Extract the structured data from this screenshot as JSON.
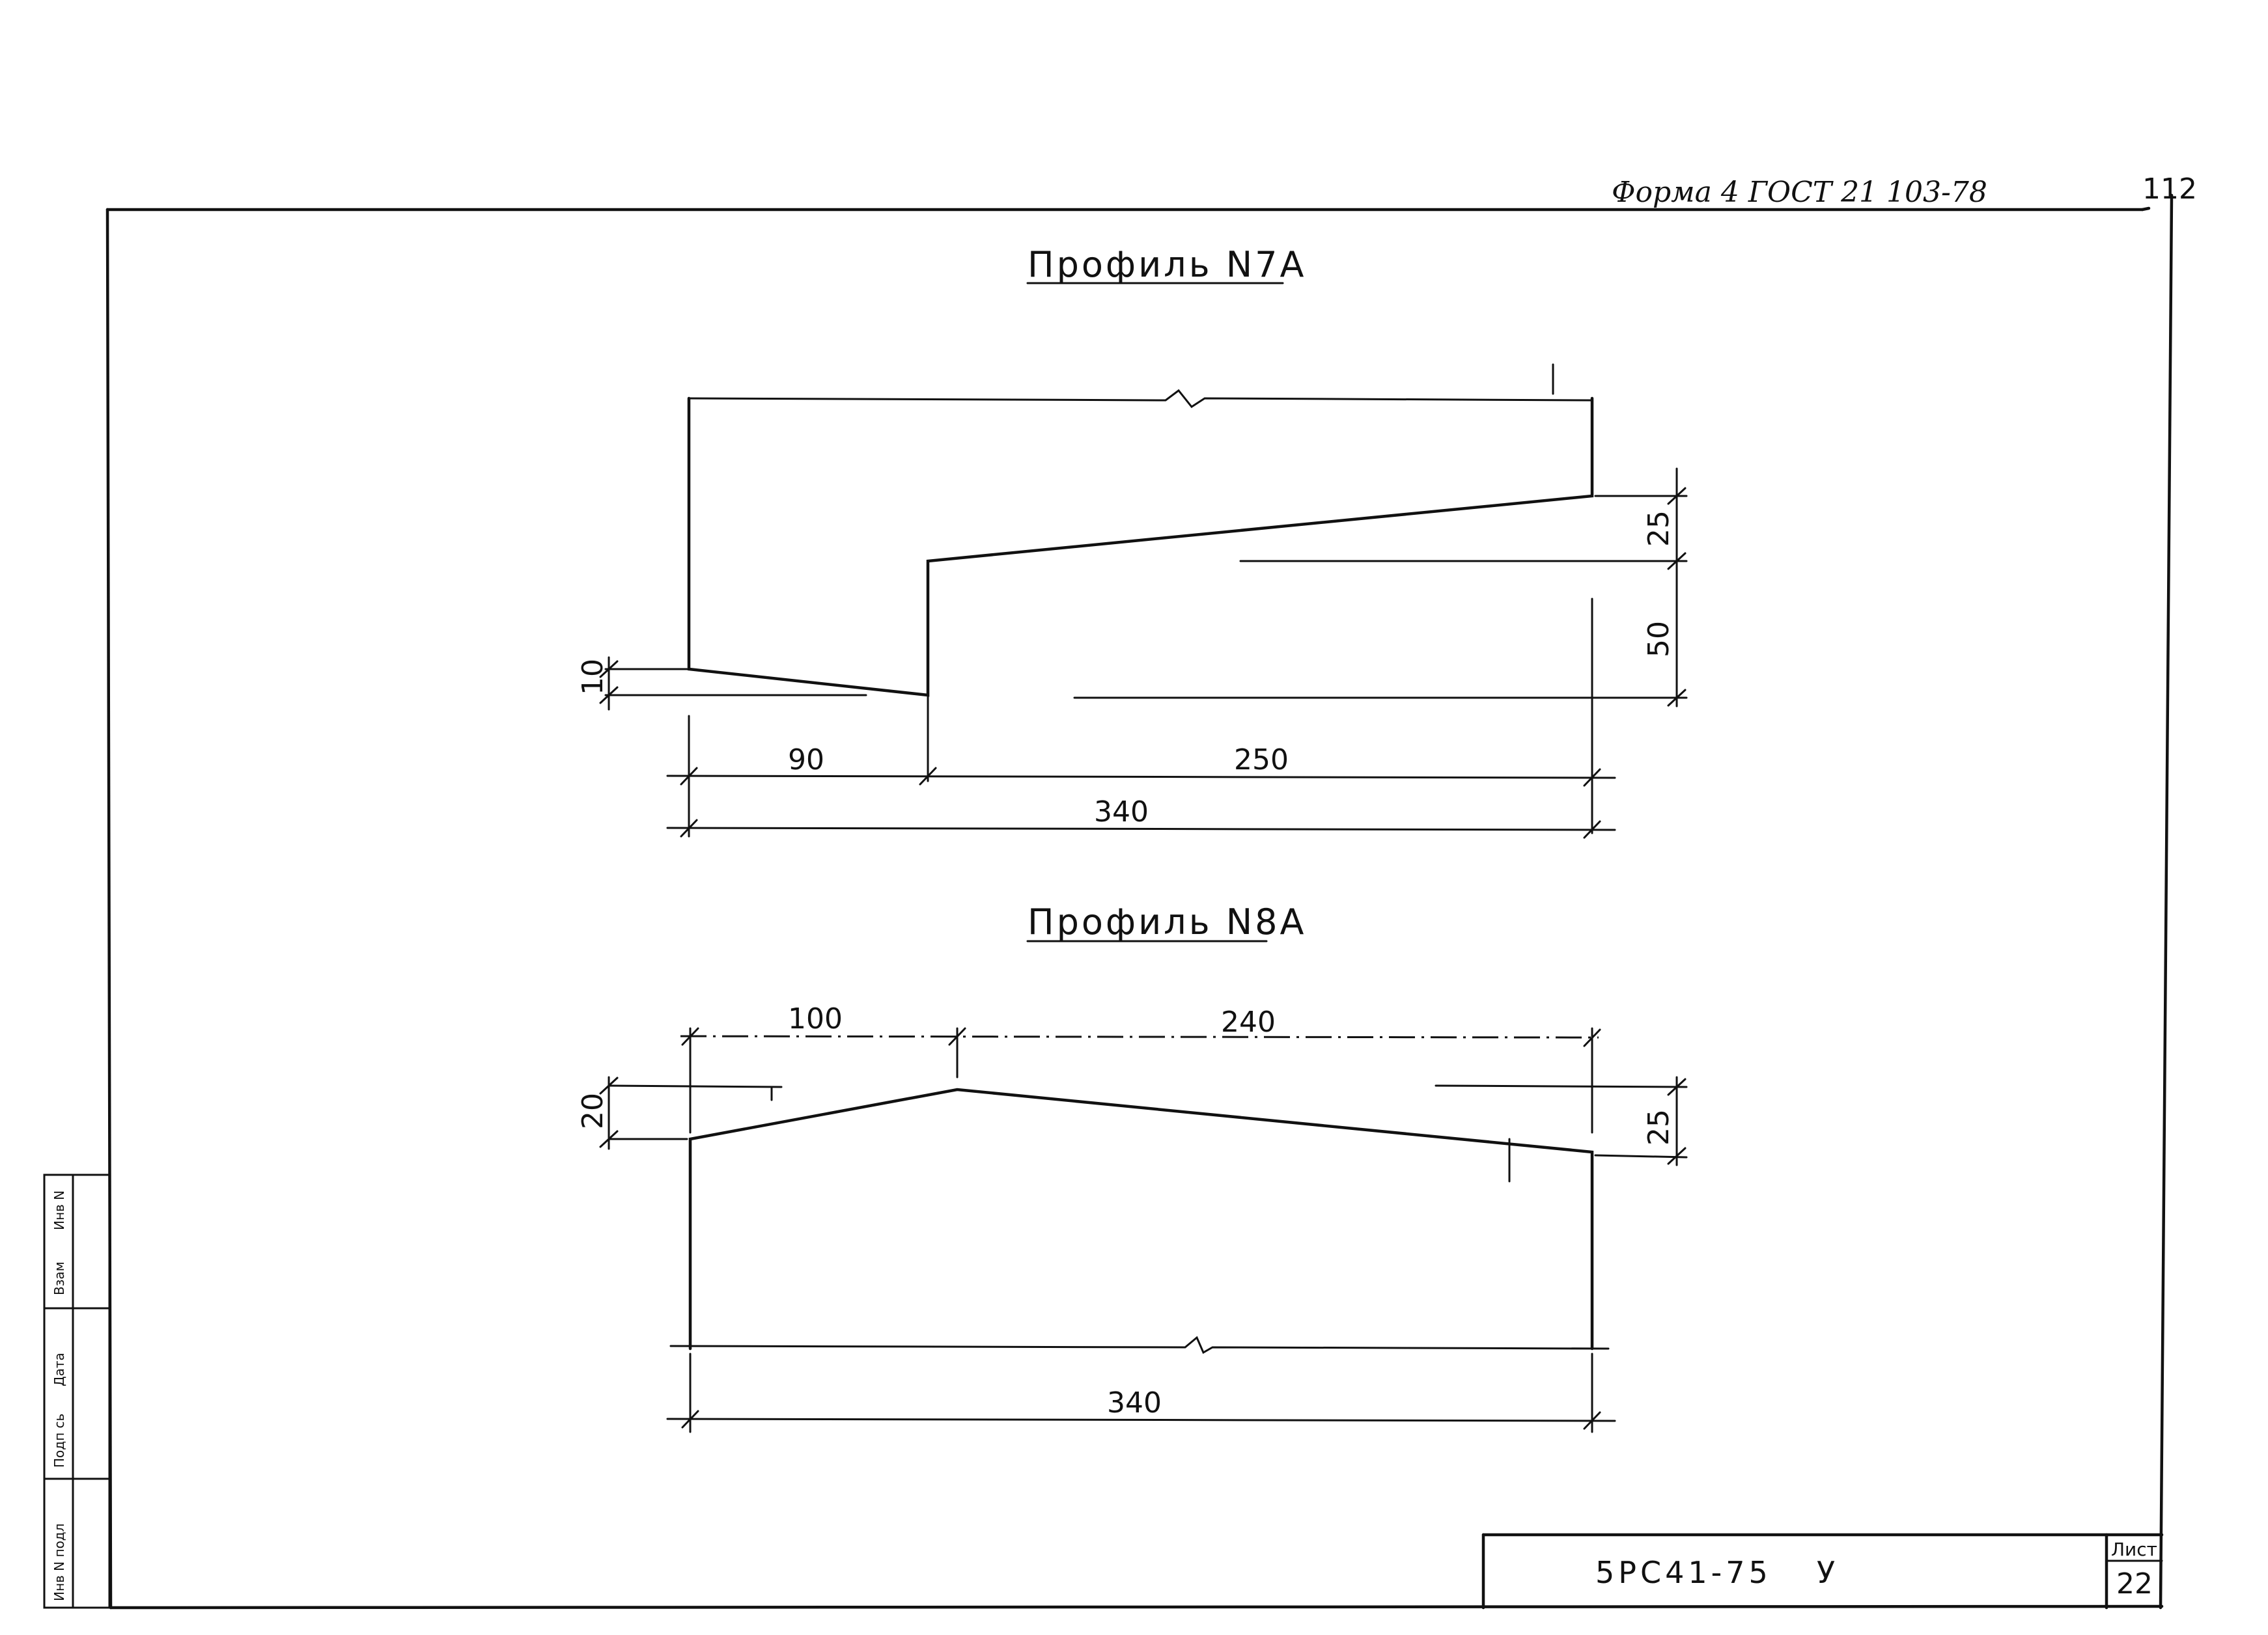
{
  "header": {
    "form_note": "Форма 4 ГОСТ 21 103-78",
    "page_number": "112"
  },
  "profile_7a": {
    "title": "Профиль N7А",
    "dims": {
      "left_height": "10",
      "upper_right": "25",
      "lower_right": "50",
      "left_width": "90",
      "right_width": "250",
      "total_width": "340"
    }
  },
  "profile_8a": {
    "title": "Профиль N8А",
    "dims": {
      "left_width": "100",
      "right_width": "240",
      "left_height": "20",
      "right_height": "25",
      "total_width": "340"
    }
  },
  "side_stamp": {
    "labels": [
      "Инв N подл",
      "Подп сь",
      "Дата",
      "Взам",
      "Инв N"
    ]
  },
  "title_block": {
    "code": "5РС41-75",
    "suffix": "У",
    "sheet_label": "Лист",
    "sheet_number": "22"
  }
}
